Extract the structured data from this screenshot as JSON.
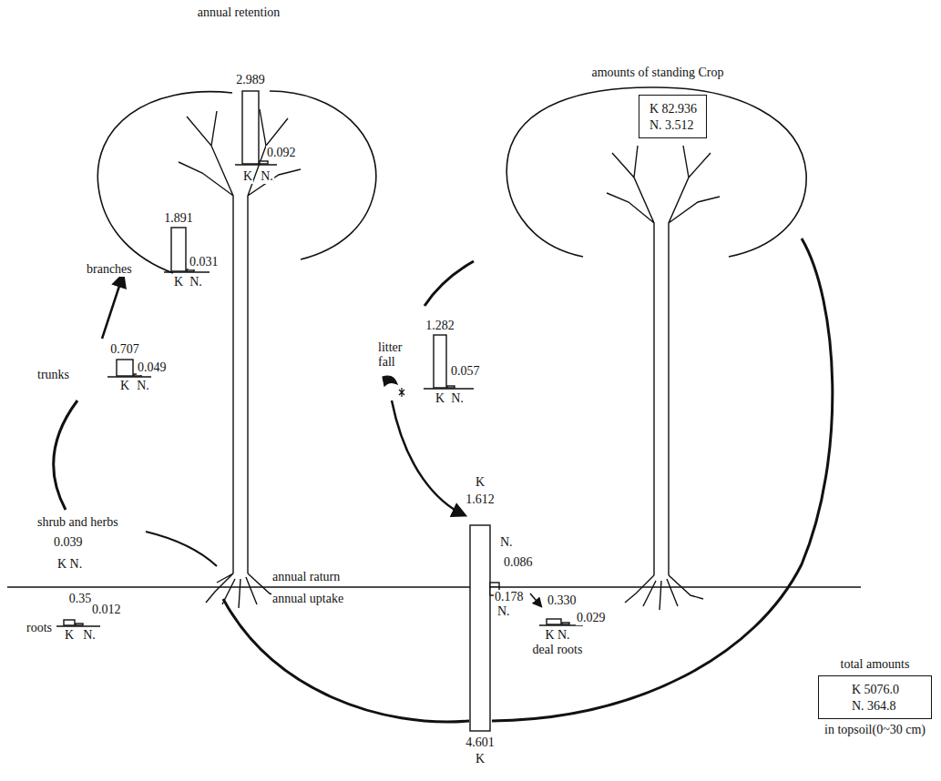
{
  "diagram": {
    "nodes": [
      {
        "text": [
          "K 82.936",
          "N. 3.512"
        ]
      },
      {
        "text": [
          "total amounts",
          "K 5076.0",
          "N. 364.8",
          "in topsoil(0~30 cm)"
        ]
      }
    ],
    "labels": [
      "annual retention",
      "2.989",
      "0.092",
      "K",
      "N.",
      "amounts of standing Crop",
      "1.891",
      "0.031",
      "branches",
      "K",
      "N.",
      "0.707",
      "0.049",
      "trunks",
      "K",
      "N.",
      "1.282",
      "0.057",
      "litter fall",
      "K",
      "N.",
      "K",
      "1.612",
      "shrub and herbs",
      "0.039",
      "N.",
      "K N.",
      "0.086",
      "annual raturn",
      "annual uptake",
      "0.178",
      "0.35",
      "0.012",
      "N.",
      "0.330",
      "roots",
      "K",
      "N.",
      "0.029",
      "K N.",
      "deal roots",
      "4.601",
      "K"
    ]
  }
}
